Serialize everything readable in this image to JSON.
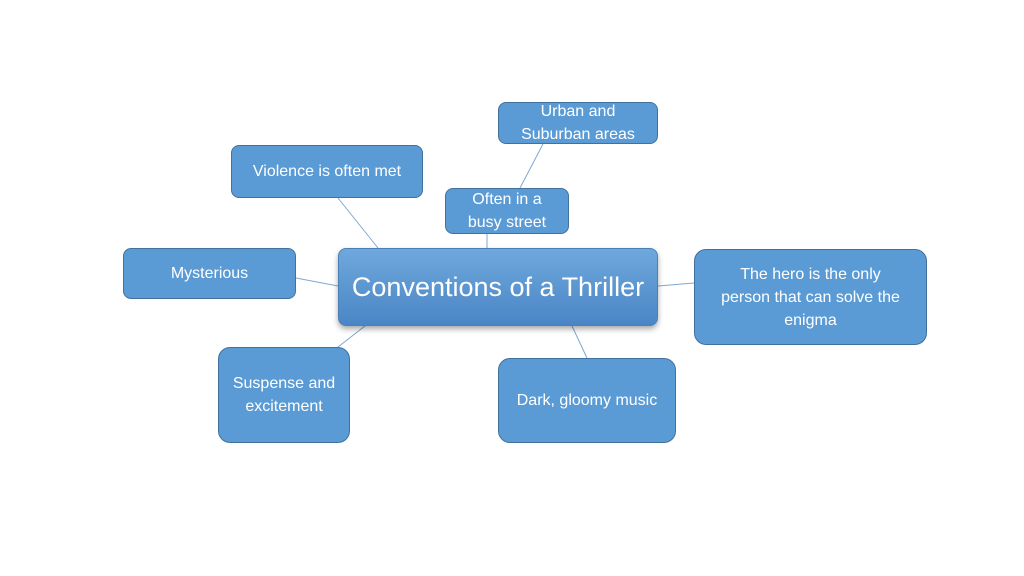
{
  "diagram": {
    "center": {
      "label": "Conventions of a Thriller"
    },
    "nodes": [
      {
        "id": "urban",
        "label": "Urban and\nSuburban areas"
      },
      {
        "id": "violence",
        "label": "Violence is often met"
      },
      {
        "id": "busy",
        "label": "Often in a\nbusy street"
      },
      {
        "id": "mysterious",
        "label": "Mysterious"
      },
      {
        "id": "hero",
        "label": "The hero is the only\nperson that can solve the\nenigma"
      },
      {
        "id": "suspense",
        "label": "Suspense and\nexcitement"
      },
      {
        "id": "music",
        "label": "Dark, gloomy music"
      }
    ],
    "colors": {
      "node_fill": "#5b9bd5",
      "node_border": "#41719c",
      "link": "#7fa8d6",
      "text": "#ffffff"
    }
  }
}
